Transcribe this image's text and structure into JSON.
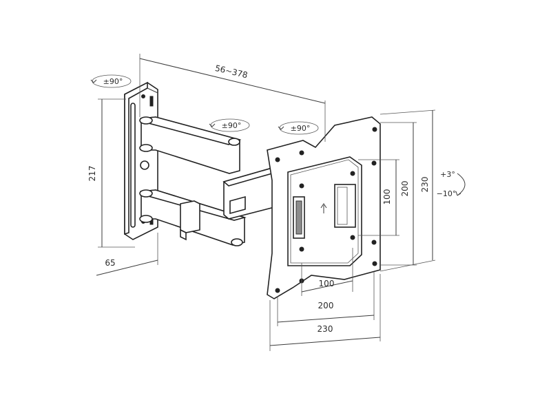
{
  "dimensions": {
    "arm_extension": "56~378",
    "wall_plate_height": "217",
    "wall_depth": "65",
    "vesa_inner_h": "100",
    "vesa_mid_h": "200",
    "plate_w": "230",
    "vesa_inner_v": "100",
    "vesa_mid_v": "200",
    "plate_h": "230"
  },
  "rotations": {
    "wall_swivel": "±90°",
    "arm_swivel": "±90°",
    "head_swivel": "±90°",
    "tilt_up": "+3°",
    "tilt_down": "−10°"
  }
}
